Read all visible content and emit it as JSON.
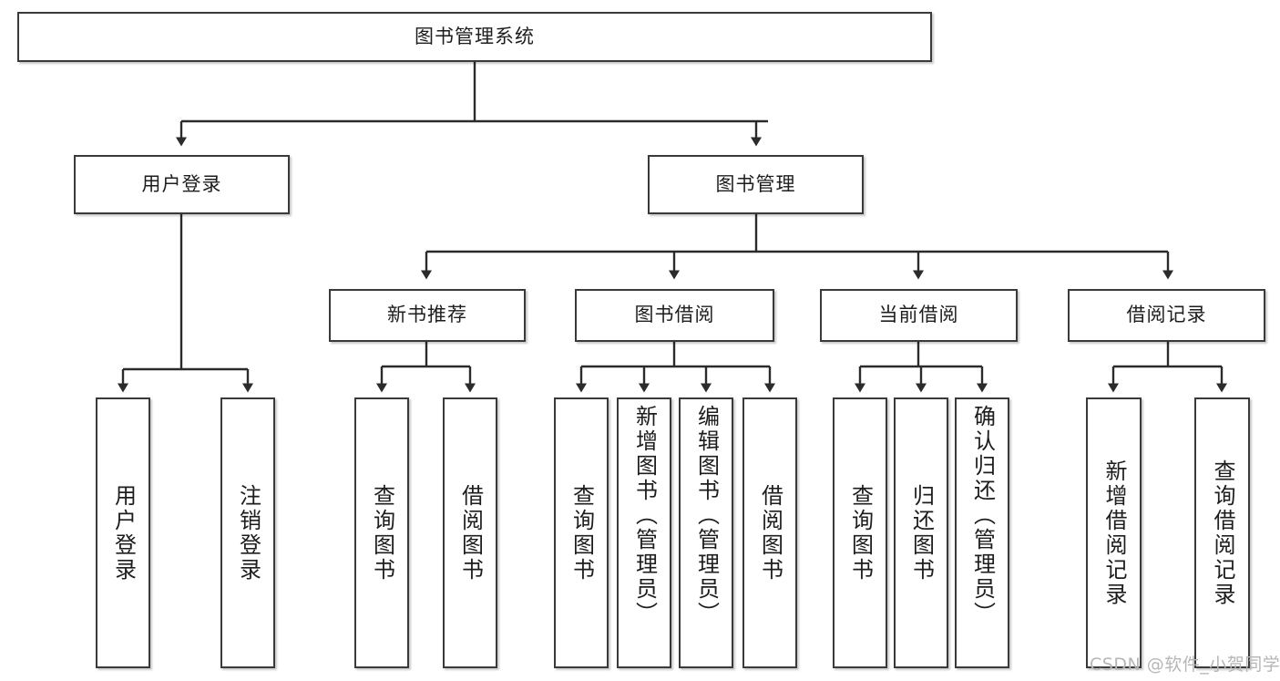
{
  "diagram": {
    "type": "tree-hierarchy-chart",
    "title": "图书管理系统",
    "watermark": "CSDN @软件_小贺同学",
    "colors": {
      "box_border": "#3a3a3a",
      "box_fill": "#ffffff",
      "line": "#2b2b2b",
      "text": "#1d1d1d",
      "watermark": "#b6b6b6",
      "background": "#ffffff"
    },
    "nodes": {
      "root": {
        "label": "图书管理系统"
      },
      "level2": [
        {
          "label": "用户登录"
        },
        {
          "label": "图书管理"
        }
      ],
      "level3": [
        {
          "label": "新书推荐"
        },
        {
          "label": "图书借阅"
        },
        {
          "label": "当前借阅"
        },
        {
          "label": "借阅记录"
        }
      ],
      "leaves": {
        "user_login": [
          {
            "label": "用户登录"
          },
          {
            "label": "注销登录"
          }
        ],
        "new_book_recommend": [
          {
            "label": "查询图书"
          },
          {
            "label": "借阅图书"
          }
        ],
        "book_borrow": [
          {
            "label": "查询图书"
          },
          {
            "label": "新增图书（管理员）"
          },
          {
            "label": "编辑图书（管理员）"
          },
          {
            "label": "借阅图书"
          }
        ],
        "current_borrow": [
          {
            "label": "查询图书"
          },
          {
            "label": "归还图书"
          },
          {
            "label": "确认归还（管理员）"
          }
        ],
        "borrow_record": [
          {
            "label": "新增借阅记录"
          },
          {
            "label": "查询借阅记录"
          }
        ]
      }
    }
  }
}
